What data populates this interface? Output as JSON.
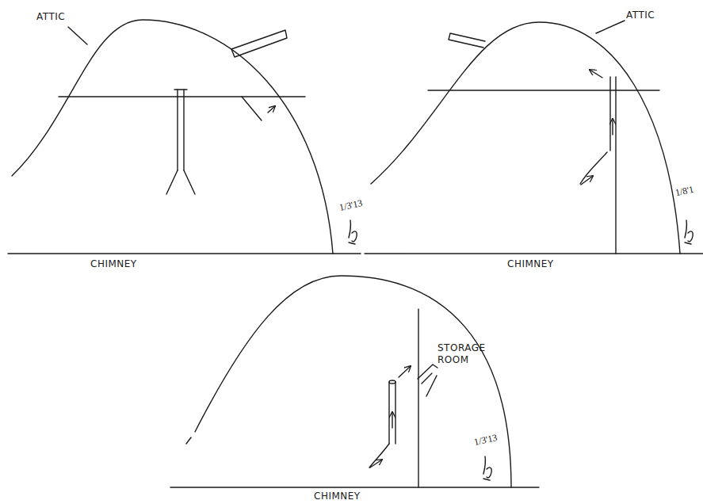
{
  "diagram": {
    "labels": [
      "ATTIC",
      "1/3'13",
      "CHIMNEY",
      "ATTIC",
      "1/8'1",
      "CHIMNEY",
      "STORAGE ROOM",
      "1/3'13",
      "CHIMNEY"
    ]
  }
}
